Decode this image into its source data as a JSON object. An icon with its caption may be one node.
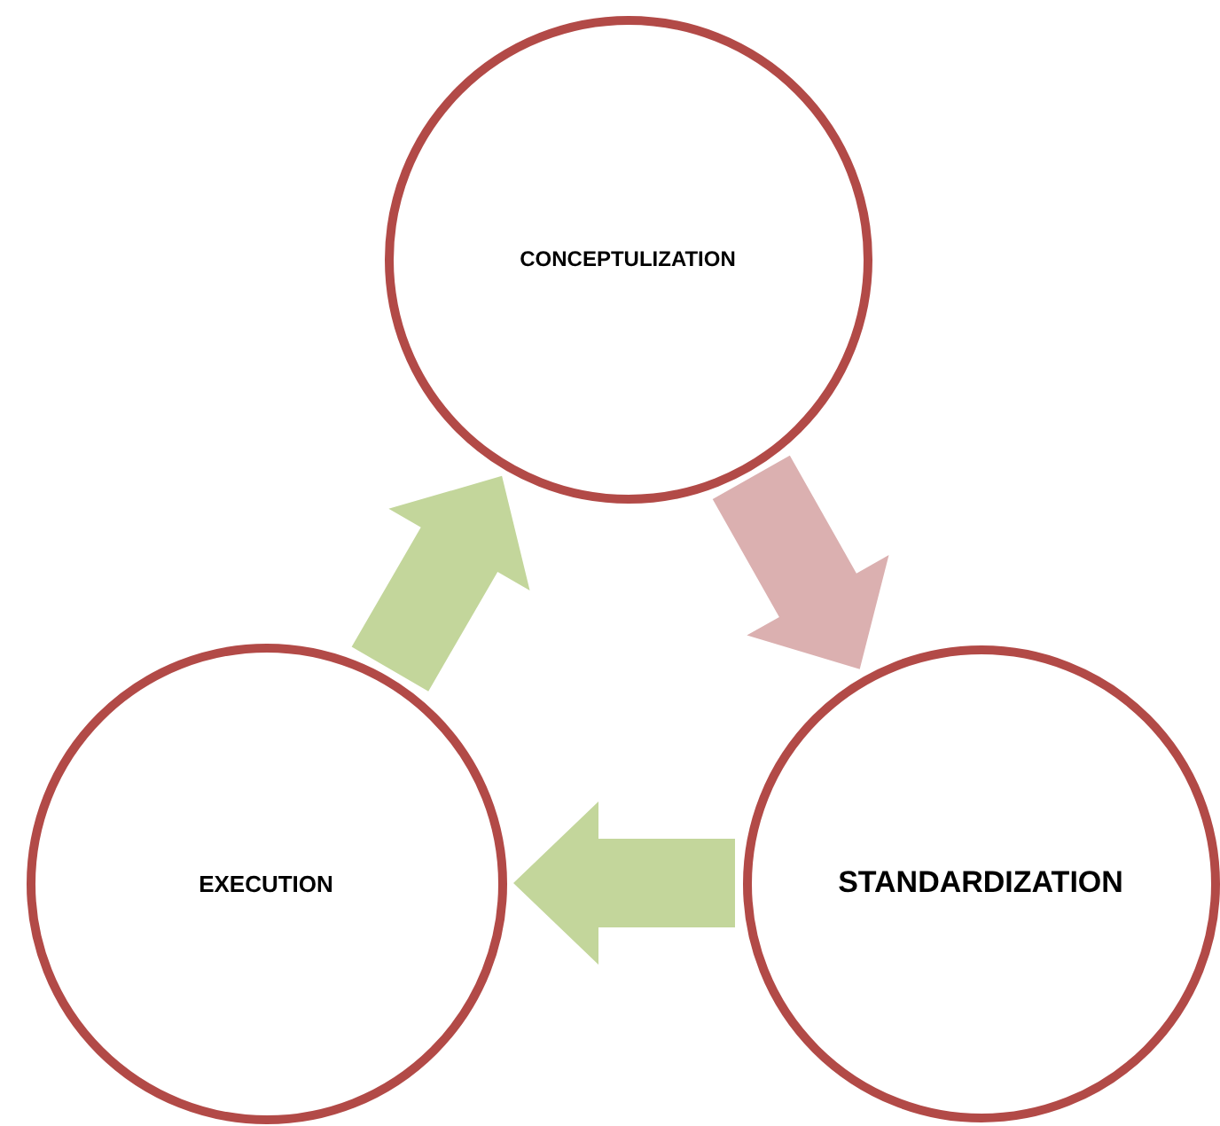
{
  "diagram": {
    "nodes": [
      {
        "text": [
          "CONCEPTULIZATION"
        ]
      },
      {
        "text": [
          "STANDARDIZATION"
        ]
      },
      {
        "text": [
          "EXECUTION"
        ]
      }
    ],
    "edges": [
      {
        "from": 0,
        "to": 1,
        "arrow": "to",
        "style": "thick",
        "color": "#dbb0b0"
      },
      {
        "from": 1,
        "to": 2,
        "arrow": "to",
        "style": "thick"
      },
      {
        "from": 2,
        "to": 0,
        "arrow": "to",
        "style": "thick"
      }
    ]
  }
}
